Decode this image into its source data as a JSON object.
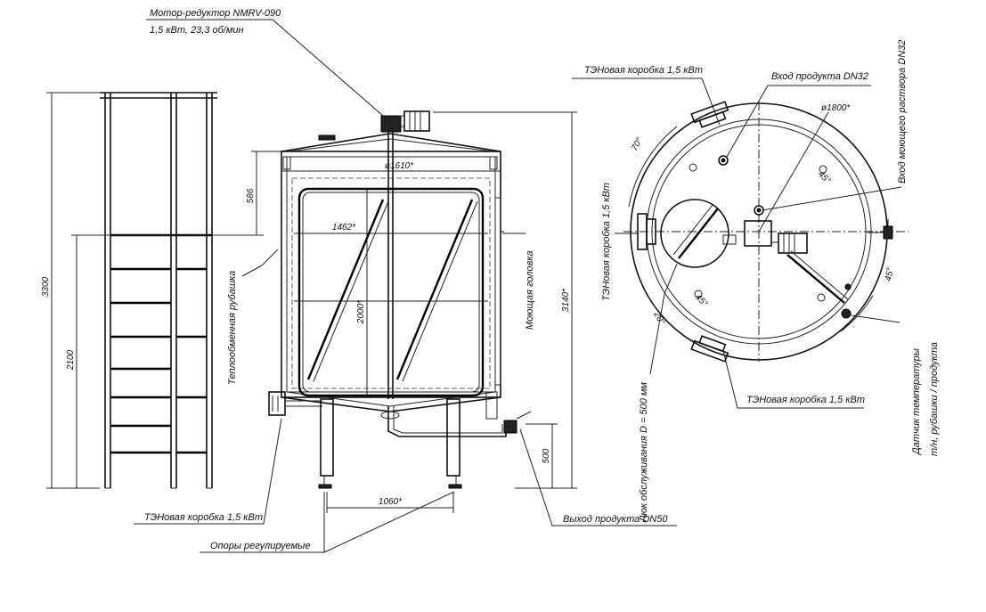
{
  "labels": {
    "motor_title": "Мотор-редуктор NMRV-090",
    "motor_spec": "1,5 кВт, 23,3 об/мин",
    "ten_box_bottom_left": "ТЭНовая коробка 1,5 кВт",
    "supports": "Опоры регулируемые",
    "outlet": "Выход продукта DN50",
    "heat_jacket": "Теплообменная рубашка",
    "wash_head": "Моющая головка",
    "ten_box_top": "ТЭНовая коробка 1,5 кВт",
    "inlet_product": "Вход продукта DN32",
    "inlet_pump": "Вход моющего раствора DN32",
    "ten_box_left": "ТЭНовая коробка 1,5 кВт",
    "hatch": "Люк обслуживания D = 500 мм",
    "ten_box_bottom_right": "ТЭНовая коробка 1,5 кВт",
    "temp_sensor_1": "Датчик температуры",
    "temp_sensor_2": "т/н, рубашки / продукта"
  },
  "dimensions": {
    "ladder_total": "3300",
    "ladder_lower": "2100",
    "tank_dia": "ø1610*",
    "top_height": "586",
    "inner_width": "1462*",
    "inner_height": "2000*",
    "total_height": "3140*",
    "leg_height": "500",
    "leg_spacing": "1060*",
    "plan_dia": "ø1800*",
    "angle_70": "70°",
    "angle_45a": "45°",
    "angle_45b": "45°",
    "angle_45c": "45°",
    "angle_20": "20°"
  }
}
